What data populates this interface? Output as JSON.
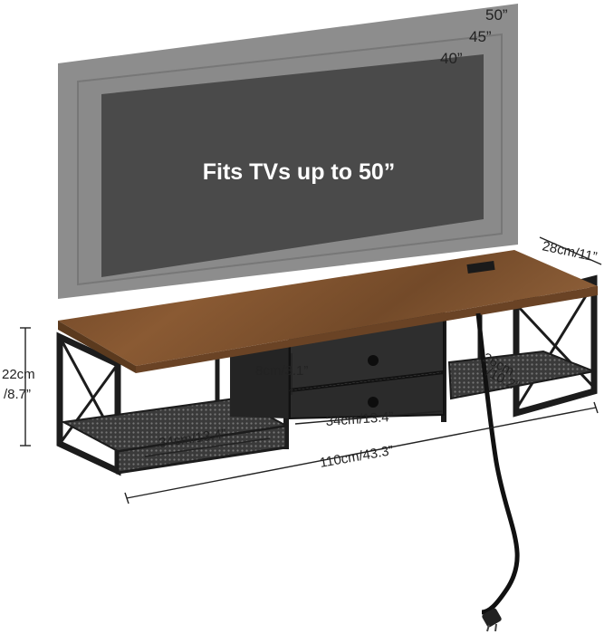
{
  "tv": {
    "headline": "Fits TVs up to 50”",
    "sizes": [
      "50”",
      "45”",
      "40”"
    ]
  },
  "dimensions": {
    "depth": "28cm/11”",
    "height_cm": "22cm",
    "height_in": "/8.7”",
    "drawer_height": "8cm/3.1”",
    "drawer_width": "34cm/13.4”",
    "shelf_width": "34cm/13.4”",
    "shelf_depth_cm": "26cm",
    "shelf_depth_in": "/10.2”",
    "total_width": "110cm/43.3”"
  },
  "colors": {
    "wood": "#7a4f2c",
    "frame": "#1c1c1c",
    "screen": "#4a4a4a",
    "tv_border": "#8d8d8d"
  }
}
